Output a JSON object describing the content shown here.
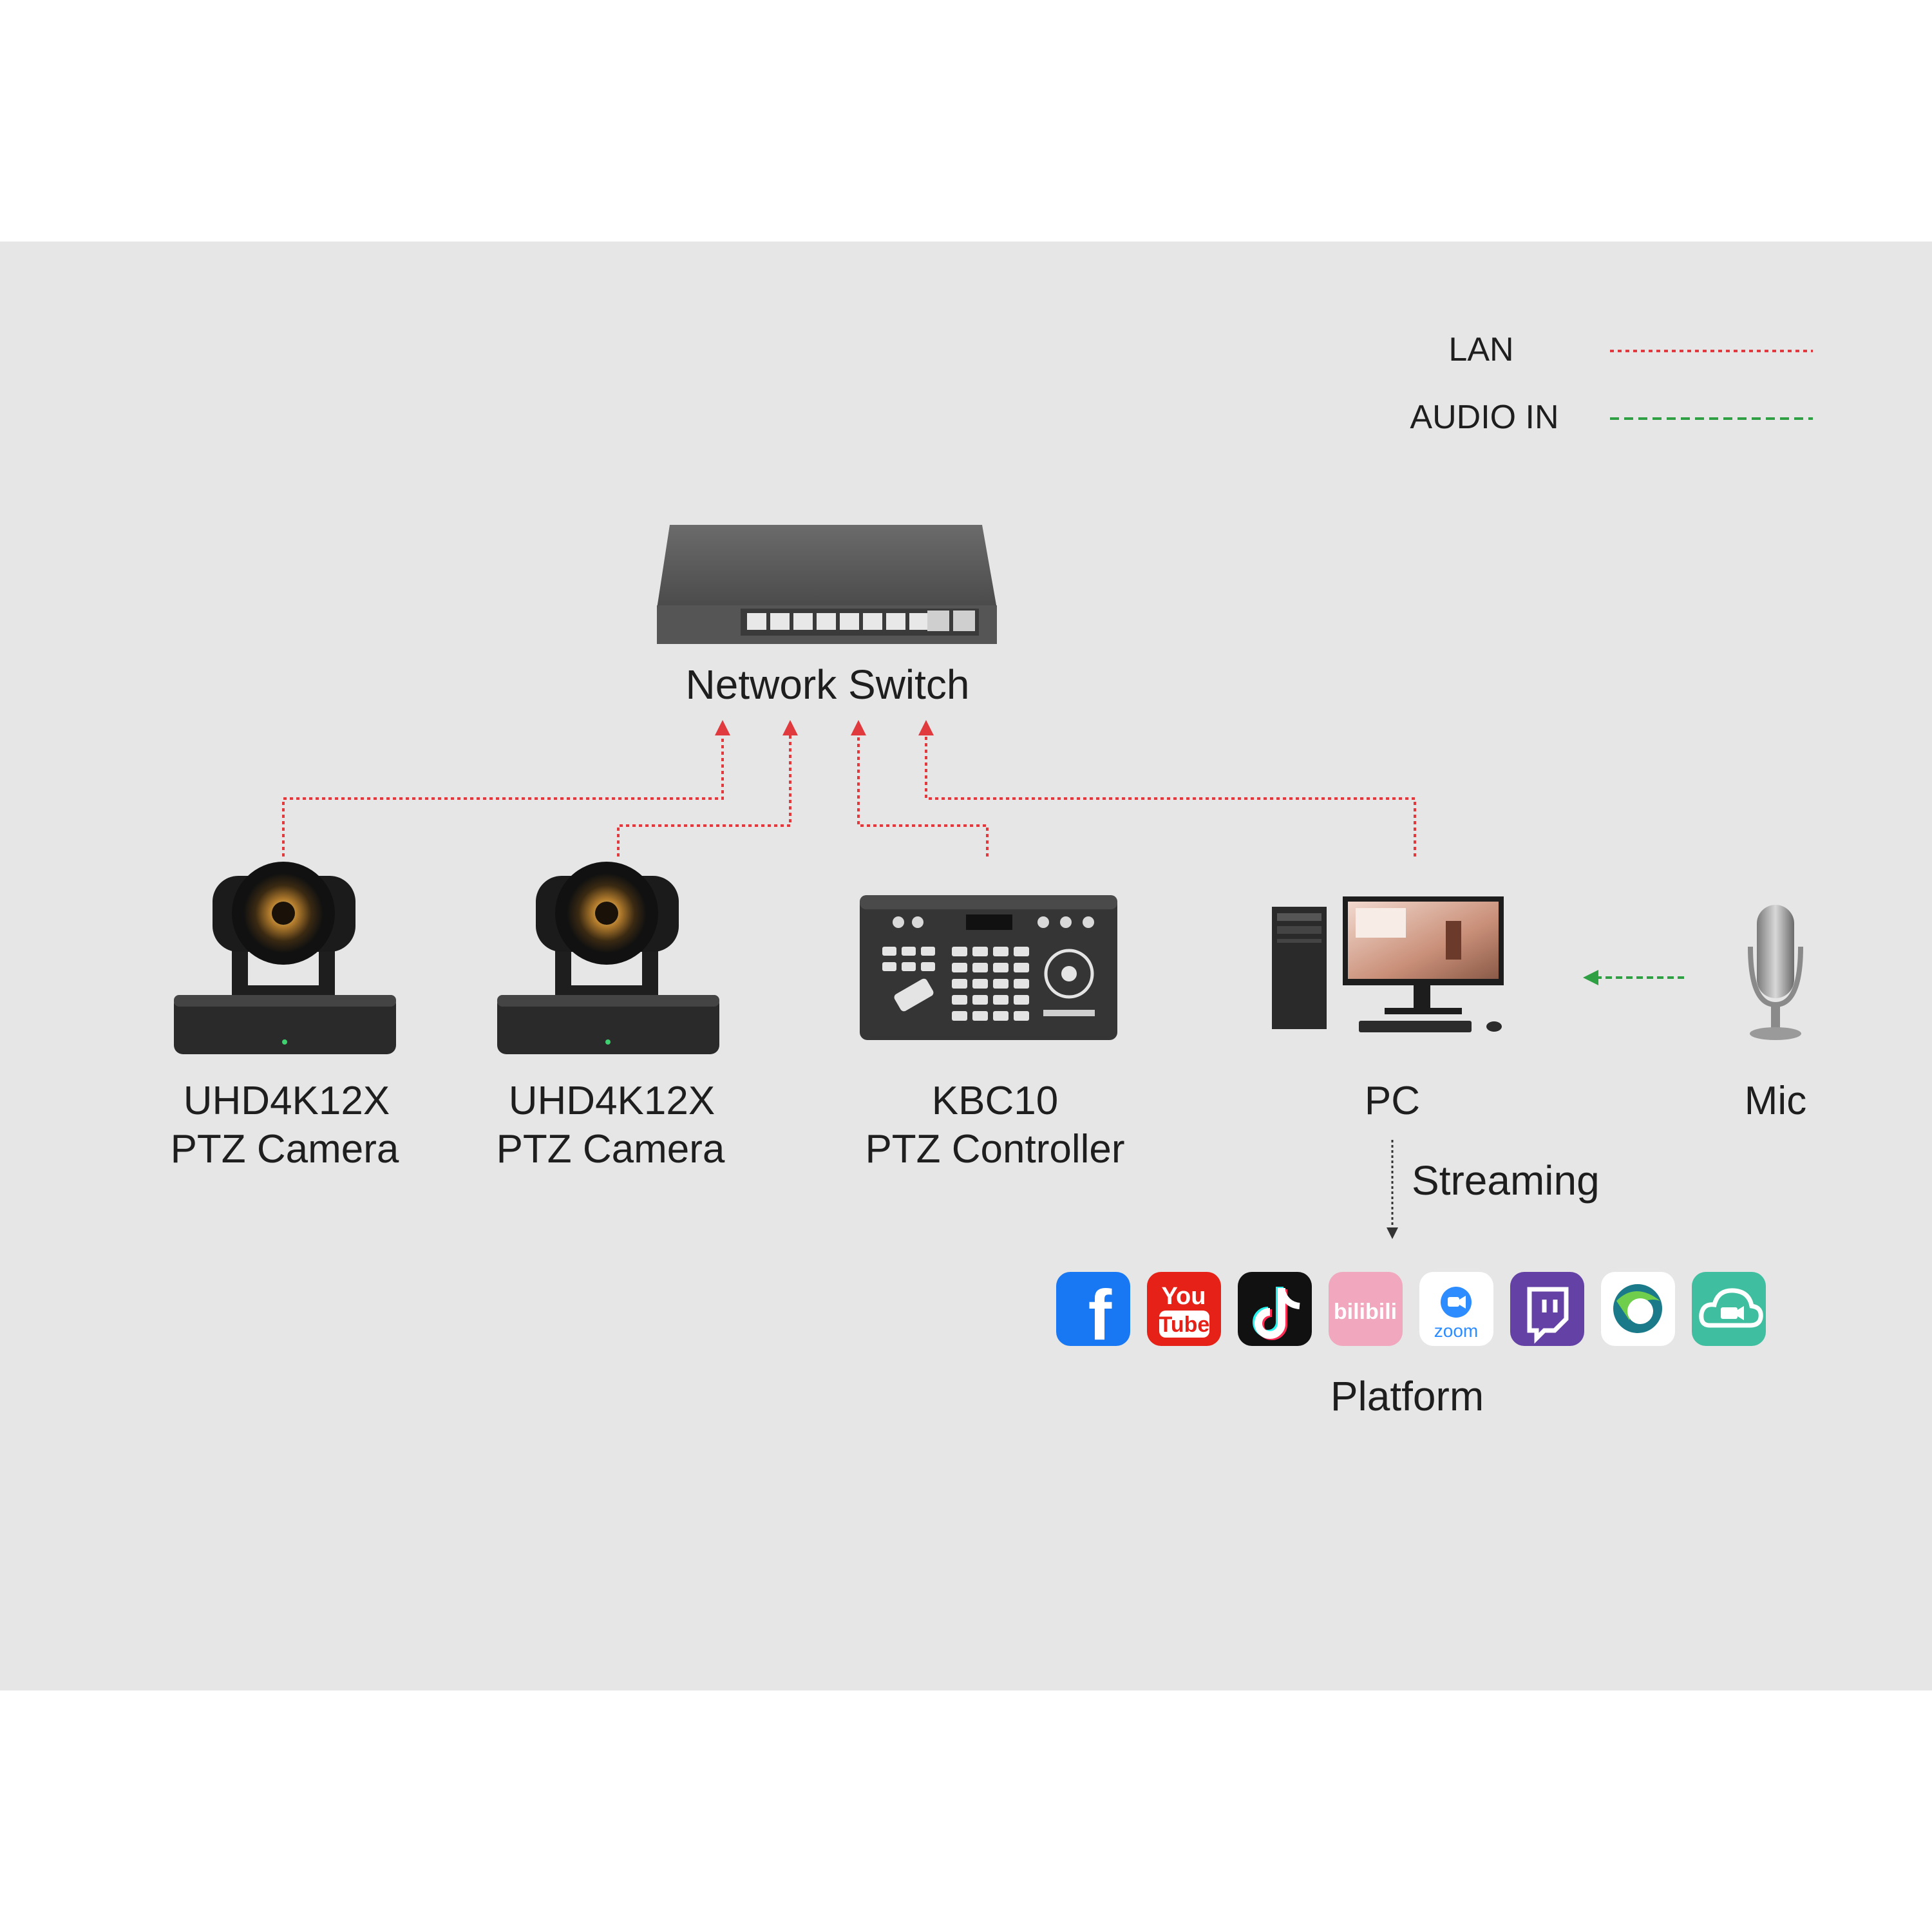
{
  "legend": {
    "lan_label": "LAN",
    "audio_label": "AUDIO IN"
  },
  "colors": {
    "background": "#e6e6e6",
    "lan_line": "#e03a3e",
    "audio_line": "#2ea043",
    "stream_line": "#4a4a4a",
    "facebook": "#1877f2",
    "youtube": "#e62117",
    "tiktok": "#111111",
    "bilibili": "#f1a7bd",
    "zoom": "#2d8cff",
    "twitch": "#6441a5",
    "cloud": "#3fbf9f"
  },
  "devices": {
    "network_switch": "Network Switch",
    "camera1": {
      "line1": "UHD4K12X",
      "line2": "PTZ Camera"
    },
    "camera2": {
      "line1": "UHD4K12X",
      "line2": "PTZ Camera"
    },
    "controller": {
      "line1": "KBC10",
      "line2": "PTZ Controller"
    },
    "pc": "PC",
    "mic": "Mic"
  },
  "streaming_label": "Streaming",
  "platform_label": "Platform",
  "platform_icons": [
    "facebook-icon",
    "youtube-icon",
    "tiktok-icon",
    "bilibili-icon",
    "zoom-icon",
    "twitch-icon",
    "webex-icon",
    "cloud-icon"
  ],
  "icon_text": {
    "facebook": "f",
    "youtube_top": "You",
    "youtube_bottom": "Tube",
    "bilibili": "bilibili",
    "zoom": "zoom"
  }
}
